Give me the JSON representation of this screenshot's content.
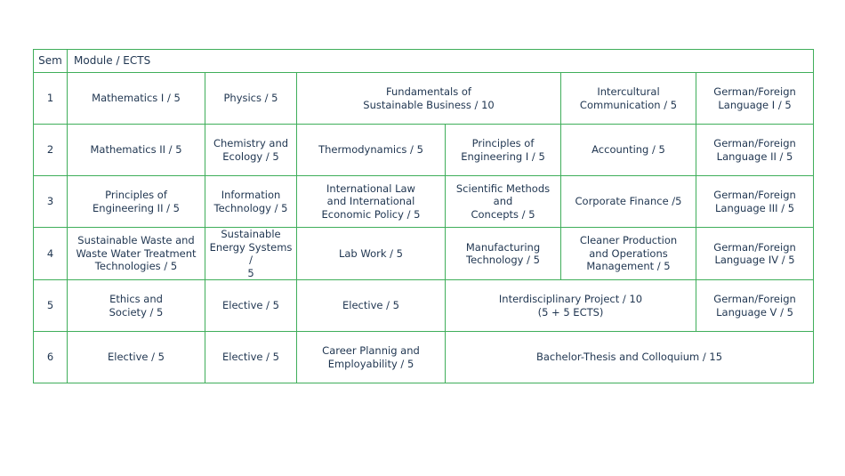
{
  "header": {
    "sem": "Sem",
    "module": "Module / ECTS"
  },
  "semesters": [
    {
      "number": "1",
      "modules": [
        {
          "lines": [
            "Mathematics I / 5"
          ]
        },
        {
          "lines": [
            "Physics / 5"
          ]
        },
        {
          "lines": [
            "Fundamentals of",
            "Sustainable Business / 10"
          ]
        },
        {
          "lines": [
            "Intercultural",
            "Communication / 5"
          ]
        },
        {
          "lines": [
            "German/Foreign",
            "Language I / 5"
          ]
        }
      ]
    },
    {
      "number": "2",
      "modules": [
        {
          "lines": [
            "Mathematics II / 5"
          ]
        },
        {
          "lines": [
            "Chemistry and",
            "Ecology / 5"
          ]
        },
        {
          "lines": [
            "Thermodynamics / 5"
          ]
        },
        {
          "lines": [
            "Principles of",
            "Engineering I / 5"
          ]
        },
        {
          "lines": [
            "Accounting / 5"
          ]
        },
        {
          "lines": [
            "German/Foreign",
            "Language II / 5"
          ]
        }
      ]
    },
    {
      "number": "3",
      "modules": [
        {
          "lines": [
            "Principles of",
            "Engineering II / 5"
          ]
        },
        {
          "lines": [
            "Information",
            "Technology / 5"
          ]
        },
        {
          "lines": [
            "International Law",
            "and International",
            "Economic Policy / 5"
          ]
        },
        {
          "lines": [
            "Scientific Methods and",
            "Concepts / 5"
          ]
        },
        {
          "lines": [
            "Corporate Finance /5"
          ]
        },
        {
          "lines": [
            "German/Foreign",
            "Language III / 5"
          ]
        }
      ]
    },
    {
      "number": "4",
      "modules": [
        {
          "lines": [
            "Sustainable Waste and",
            "Waste Water Treatment",
            "Technologies / 5"
          ]
        },
        {
          "lines": [
            "Sustainable",
            "Energy Systems /",
            "5"
          ]
        },
        {
          "lines": [
            "Lab Work / 5"
          ]
        },
        {
          "lines": [
            "Manufacturing",
            "Technology / 5"
          ]
        },
        {
          "lines": [
            "Cleaner Production",
            "and Operations",
            "Management / 5"
          ]
        },
        {
          "lines": [
            "German/Foreign",
            "Language IV / 5"
          ]
        }
      ]
    },
    {
      "number": "5",
      "modules": [
        {
          "lines": [
            "Ethics and",
            "Society / 5"
          ]
        },
        {
          "lines": [
            "Elective / 5"
          ]
        },
        {
          "lines": [
            "Elective / 5"
          ]
        },
        {
          "lines": [
            "Interdisciplinary Project / 10",
            "(5 + 5 ECTS)"
          ]
        },
        {
          "lines": [
            "German/Foreign",
            "Language V / 5"
          ]
        }
      ]
    },
    {
      "number": "6",
      "modules": [
        {
          "lines": [
            "Elective / 5"
          ]
        },
        {
          "lines": [
            "Elective / 5"
          ]
        },
        {
          "lines": [
            "Career Plannig and",
            "Employability / 5"
          ]
        },
        {
          "lines": [
            "Bachelor-Thesis and Colloquium / 15"
          ]
        }
      ]
    }
  ],
  "colors": {
    "border": "#3fae5a",
    "text": "#1f3550"
  }
}
